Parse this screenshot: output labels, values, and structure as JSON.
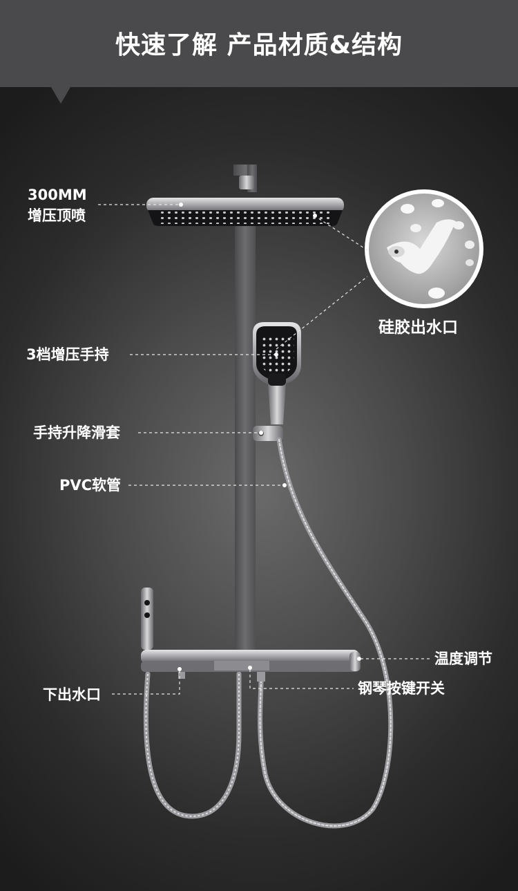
{
  "header": {
    "title": "快速了解  产品材质&结构"
  },
  "labels": {
    "top_shower_size": "300MM",
    "top_shower_name": "增压顶喷",
    "silicone_outlet": "硅胶出水口",
    "handheld": "3档增压手持",
    "slider": "手持升降滑套",
    "hose": "PVC软管",
    "temperature": "温度调节",
    "bottom_outlet": "下出水口",
    "piano_keys": "钢琴按键开关"
  },
  "colors": {
    "header_bg": "#4a4a4c",
    "text": "#ffffff",
    "chrome": "#b5b5b8",
    "panel": "#2a2a2c"
  }
}
